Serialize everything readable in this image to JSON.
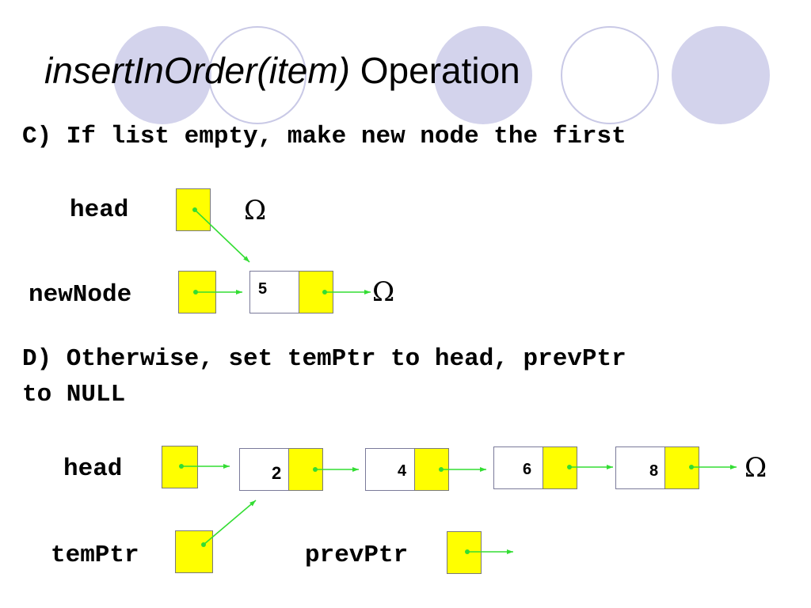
{
  "title": {
    "italic": "insertInOrder(item)",
    "normal": "Operation"
  },
  "step_c": {
    "text": "C) If list empty, make new node the first",
    "head_label": "head",
    "newnode_label": "newNode",
    "node_value": "5",
    "null_symbol": "Ω",
    "head_null_symbol": "Ω"
  },
  "step_d": {
    "text_line1": "D) Otherwise, set temPtr to head, prevPtr",
    "text_line2": "to NULL",
    "head_label": "head",
    "temptr_label": "temPtr",
    "prevptr_label": "prevPtr",
    "node_values": [
      "2",
      "4",
      "6",
      "8"
    ],
    "null_symbol": "Ω"
  },
  "colors": {
    "pointer_fill": "#ffff00",
    "arrow": "#33dd33",
    "decor_circle": "#d3d3ec"
  }
}
